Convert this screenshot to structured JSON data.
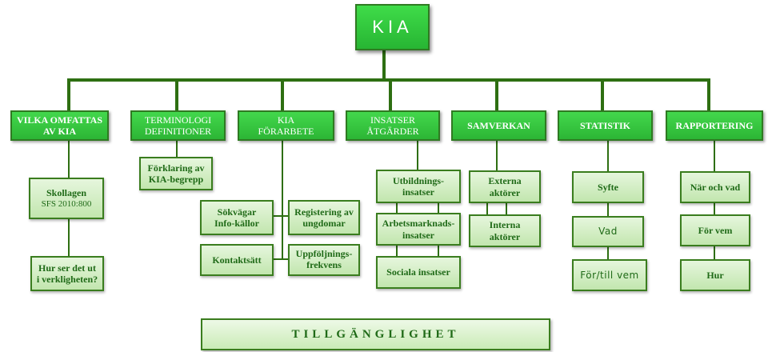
{
  "root": "KIA",
  "categories": [
    {
      "line1": "VILKA  OMFATTAS",
      "line2": "AV KIA"
    },
    {
      "line1": "TERMINOLOGI",
      "line2": "DEFINITIONER"
    },
    {
      "line1": "KIA",
      "line2": "FÖRARBETE"
    },
    {
      "line1": "INSATSER",
      "line2": "ÅTGÄRDER"
    },
    {
      "line1": "SAMVERKAN",
      "line2": ""
    },
    {
      "line1": "STATISTIK",
      "line2": ""
    },
    {
      "line1": "RAPPORTERING",
      "line2": ""
    }
  ],
  "vilka": {
    "skollagen": "Skollagen",
    "sfs": "SFS 2010:800",
    "hur_ser_1": "Hur ser det ut",
    "hur_ser_2": "i verkligheten?"
  },
  "terminologi": {
    "line1": "Förklaring av",
    "line2": "KIA-begrepp"
  },
  "forarbete": {
    "sokvagar_1": "Sökvägar",
    "sokvagar_2": "Info-källor",
    "kontaktsatt": "Kontaktsätt",
    "registrering_1": "Registering av",
    "registrering_2": "ungdomar",
    "uppfoljning_1": "Uppföljnings-",
    "uppfoljning_2": "frekvens"
  },
  "insatser": {
    "utb_1": "Utbildnings-",
    "utb_2": "insatser",
    "arb_1": "Arbetsmarknads-",
    "arb_2": "insatser",
    "sociala": "Sociala insatser"
  },
  "samverkan": {
    "externa_1": "Externa",
    "externa_2": "aktörer",
    "interna_1": "Interna",
    "interna_2": "aktörer"
  },
  "statistik": {
    "syfte": "Syfte",
    "vad": "Vad",
    "for_till_vem": "För/till vem"
  },
  "rapportering": {
    "nar_och_vad": "När och vad",
    "for_vem": "För vem",
    "hur": "Hur"
  },
  "footer": "TILLGÄNGLIGHET",
  "colors": {
    "connector": "#2e6f12",
    "header_fill": "#3ad443",
    "leaf_fill": "#d4eec6",
    "text_dark": "#1f6a17"
  }
}
